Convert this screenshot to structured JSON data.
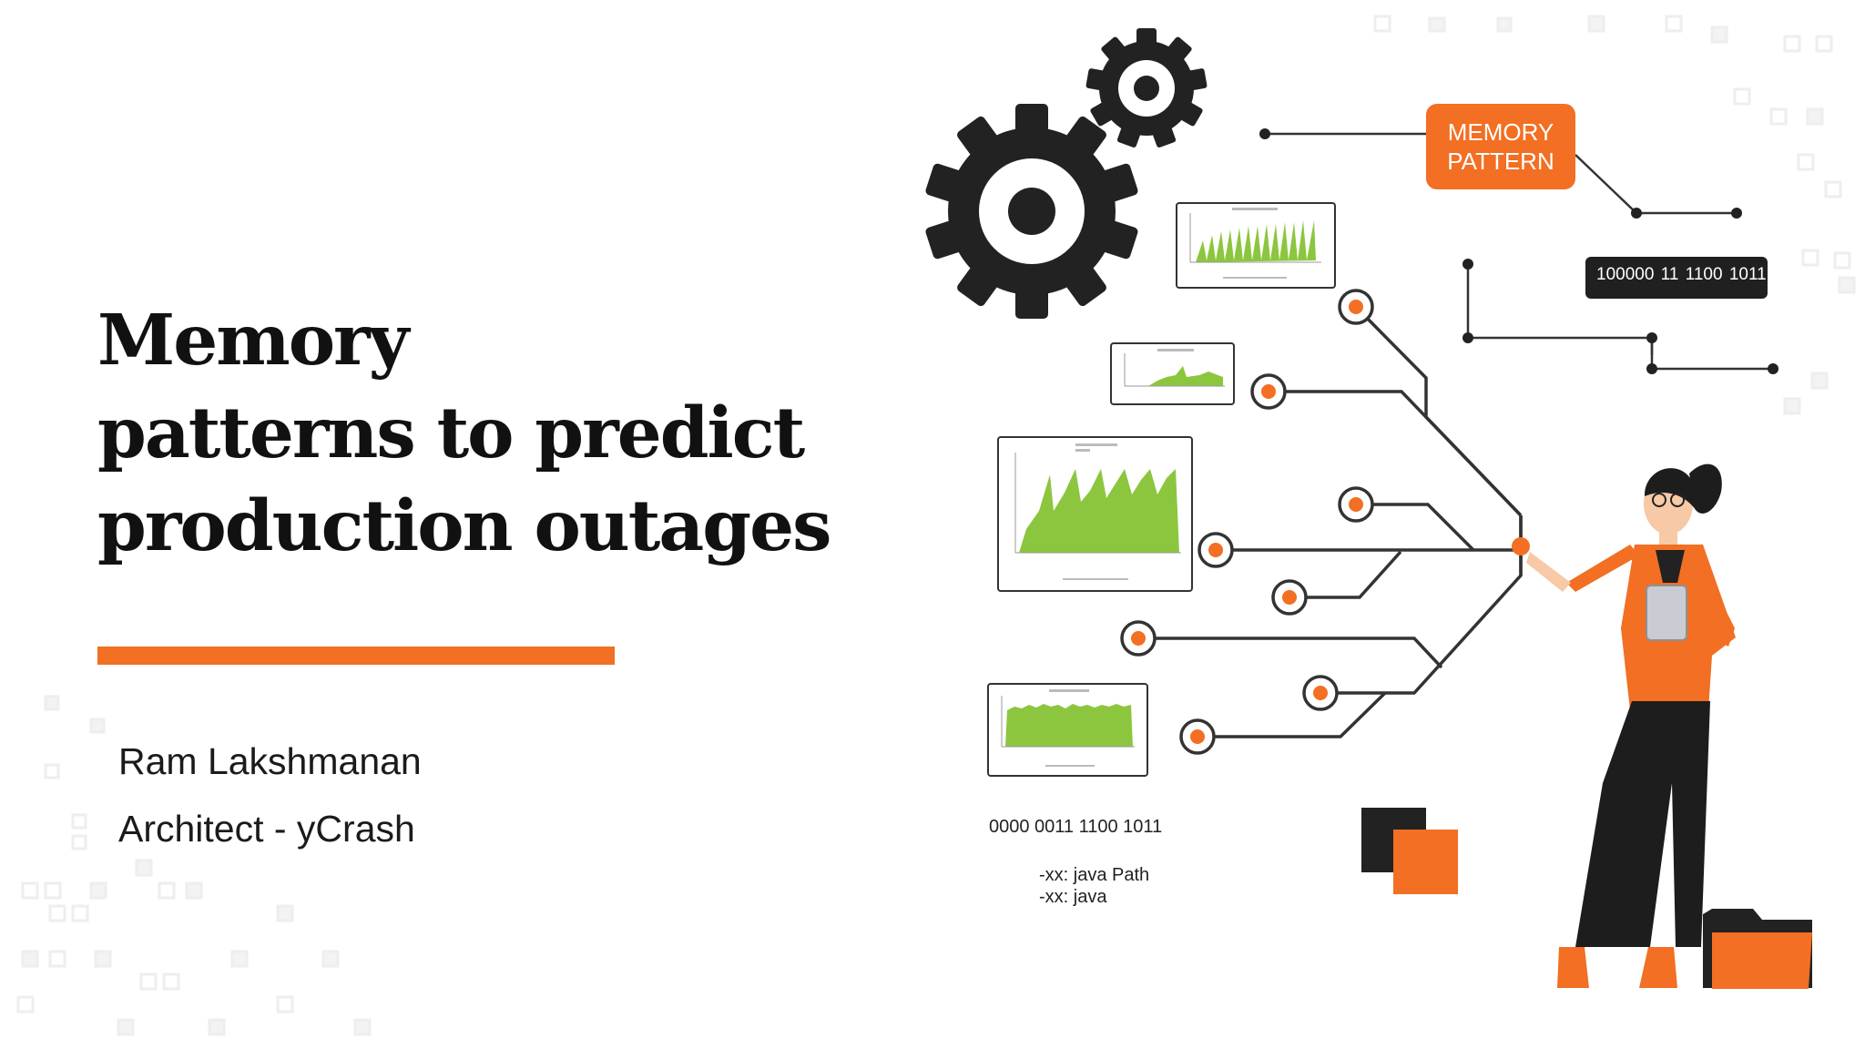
{
  "slide": {
    "title_lines": [
      "Memory",
      "patterns to predict",
      "production outages"
    ],
    "author_name": "Ram Lakshmanan",
    "author_role": "Architect - yCrash"
  },
  "illustration": {
    "tag_lines": [
      "MEMORY",
      "PATTERN"
    ],
    "binary_text": "100000 11 1100 1011",
    "binary_line": "0000 0011 1100 1011",
    "code_lines": [
      "-xx: java Path",
      "-xx: java"
    ],
    "icons": [
      "large-gear-icon",
      "small-gear-icon",
      "folder-icon",
      "person-with-tablet"
    ]
  },
  "colors": {
    "accent": "#f26f23",
    "dark": "#222222",
    "chart_green": "#8cc63f"
  }
}
